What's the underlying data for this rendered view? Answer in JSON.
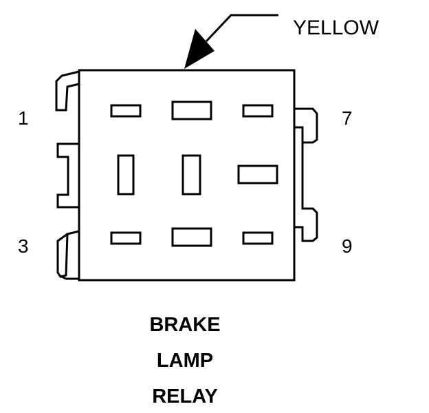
{
  "wire_color_label": "YELLOW",
  "pin_labels": {
    "pin_1": "1",
    "pin_3": "3",
    "pin_7": "7",
    "pin_9": "9"
  },
  "title_lines": [
    "BRAKE",
    "LAMP",
    "RELAY"
  ],
  "colors": {
    "line": "#000000",
    "background": "#ffffff"
  }
}
